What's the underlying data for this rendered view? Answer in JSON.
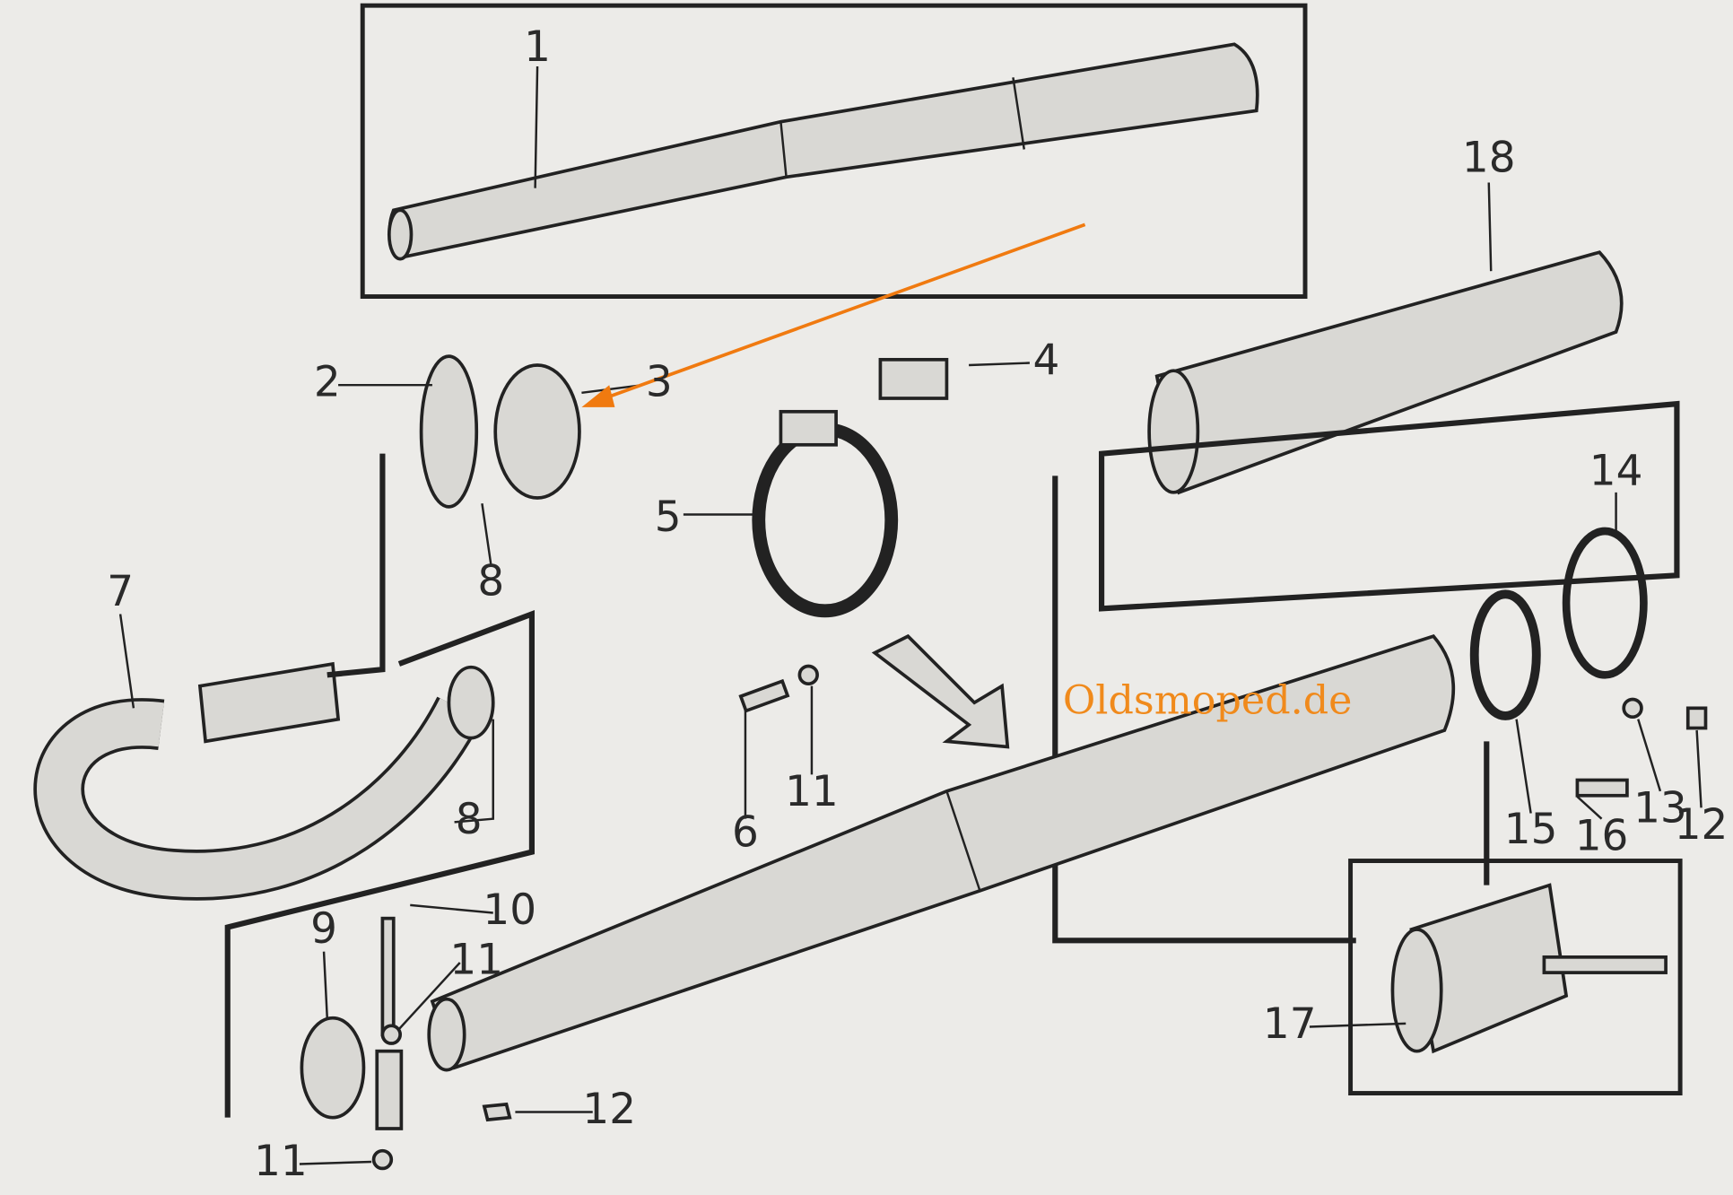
{
  "diagram": {
    "watermark": "Oldsmoped.de",
    "arrow_color": "#f07a10",
    "labels": [
      "1",
      "18",
      "2",
      "3",
      "4",
      "5",
      "7",
      "8",
      "8",
      "14",
      "6",
      "11",
      "15",
      "16",
      "13",
      "12",
      "10",
      "9",
      "11",
      "17",
      "12",
      "11"
    ]
  }
}
